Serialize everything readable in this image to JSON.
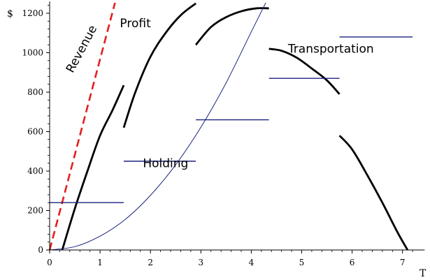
{
  "chart_data": {
    "type": "line",
    "title": "",
    "xlabel": "T",
    "ylabel": "$",
    "xlim": [
      0,
      7.3
    ],
    "ylim": [
      0,
      1250
    ],
    "x_ticks": [
      0,
      1,
      2,
      3,
      4,
      5,
      6,
      7
    ],
    "y_ticks": [
      0,
      200,
      400,
      600,
      800,
      1000,
      1200
    ],
    "grid": false,
    "annotations": [
      {
        "text": "Revenue",
        "x": 0.7,
        "y": 1010,
        "rotate": -62
      },
      {
        "text": "Profit",
        "x": 1.7,
        "y": 1130,
        "rotate": 0
      },
      {
        "text": "Transportation",
        "x": 5.58,
        "y": 1000,
        "rotate": 0
      },
      {
        "text": "Holding",
        "x": 2.3,
        "y": 420,
        "rotate": 0
      }
    ],
    "series": [
      {
        "name": "Revenue",
        "style": "dashed",
        "color": "#e41f1f",
        "points": [
          [
            0,
            0
          ],
          [
            1.5,
            1450
          ]
        ]
      },
      {
        "name": "Profit",
        "style": "thick",
        "color": "#000000",
        "segments": [
          [
            [
              0.25,
              0
            ],
            [
              0.5,
              210
            ],
            [
              0.75,
              400
            ],
            [
              1.0,
              580
            ],
            [
              1.25,
              710
            ],
            [
              1.47,
              835
            ]
          ],
          [
            [
              1.47,
              620
            ],
            [
              1.7,
              800
            ],
            [
              2.0,
              980
            ],
            [
              2.3,
              1100
            ],
            [
              2.6,
              1190
            ],
            [
              2.9,
              1250
            ]
          ],
          [
            [
              2.9,
              1040
            ],
            [
              3.2,
              1130
            ],
            [
              3.5,
              1180
            ],
            [
              3.8,
              1210
            ],
            [
              4.1,
              1225
            ],
            [
              4.35,
              1225
            ]
          ],
          [
            [
              4.35,
              1020
            ],
            [
              4.6,
              1010
            ],
            [
              4.9,
              975
            ],
            [
              5.2,
              920
            ],
            [
              5.5,
              860
            ],
            [
              5.75,
              790
            ]
          ],
          [
            [
              5.75,
              580
            ],
            [
              6.0,
              510
            ],
            [
              6.3,
              380
            ],
            [
              6.6,
              240
            ],
            [
              6.9,
              90
            ],
            [
              7.1,
              0
            ]
          ]
        ]
      },
      {
        "name": "Holding",
        "style": "thin",
        "color": "#1a237e",
        "points": [
          [
            0,
            0
          ],
          [
            0.5,
            17
          ],
          [
            1.0,
            70
          ],
          [
            1.5,
            155
          ],
          [
            2.0,
            277
          ],
          [
            2.5,
            432
          ],
          [
            3.0,
            622
          ],
          [
            3.5,
            847
          ],
          [
            4.0,
            1106
          ],
          [
            4.3,
            1260
          ]
        ]
      },
      {
        "name": "Transportation",
        "style": "steps",
        "color": "#1a237e",
        "segments": [
          [
            [
              0,
              240
            ],
            [
              1.47,
              240
            ]
          ],
          [
            [
              1.47,
              450
            ],
            [
              2.9,
              450
            ]
          ],
          [
            [
              2.9,
              660
            ],
            [
              4.35,
              660
            ]
          ],
          [
            [
              4.35,
              870
            ],
            [
              5.75,
              870
            ]
          ],
          [
            [
              5.75,
              1080
            ],
            [
              7.2,
              1080
            ]
          ]
        ]
      }
    ]
  }
}
